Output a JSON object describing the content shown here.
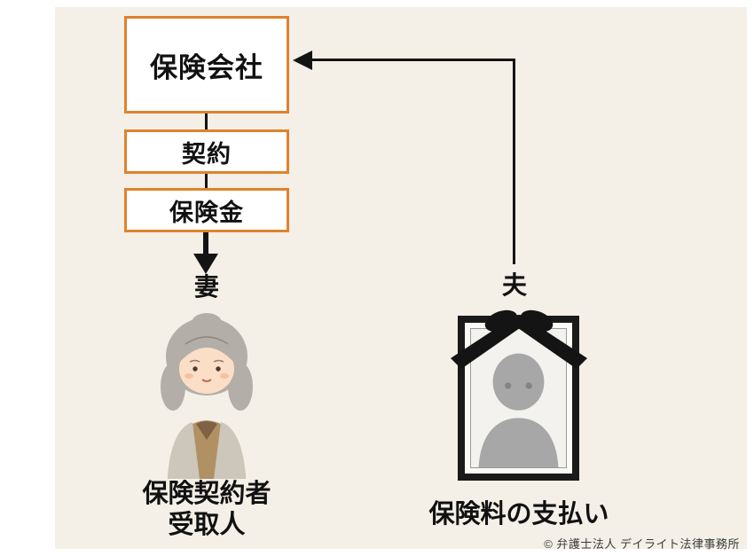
{
  "theme": {
    "background": "#f4f0e7",
    "accent": "#e0822d",
    "line_color": "#141414"
  },
  "flow": {
    "insurance_company": "保険会社",
    "contract": "契約",
    "benefit": "保険金"
  },
  "left_branch": {
    "person": "妻",
    "role_line1": "保険契約者",
    "role_line2": "受取人"
  },
  "right_branch": {
    "person": "夫",
    "action": "保険料の支払い"
  },
  "footer": {
    "copyright": "© 弁護士法人 デイライト法律事務所"
  },
  "icons": {
    "wife_illustration": "elderly-woman-illustration",
    "husband_portrait": "framed-memorial-portrait-silhouette",
    "mourning_ribbon": "black-mourning-ribbon-bow"
  }
}
